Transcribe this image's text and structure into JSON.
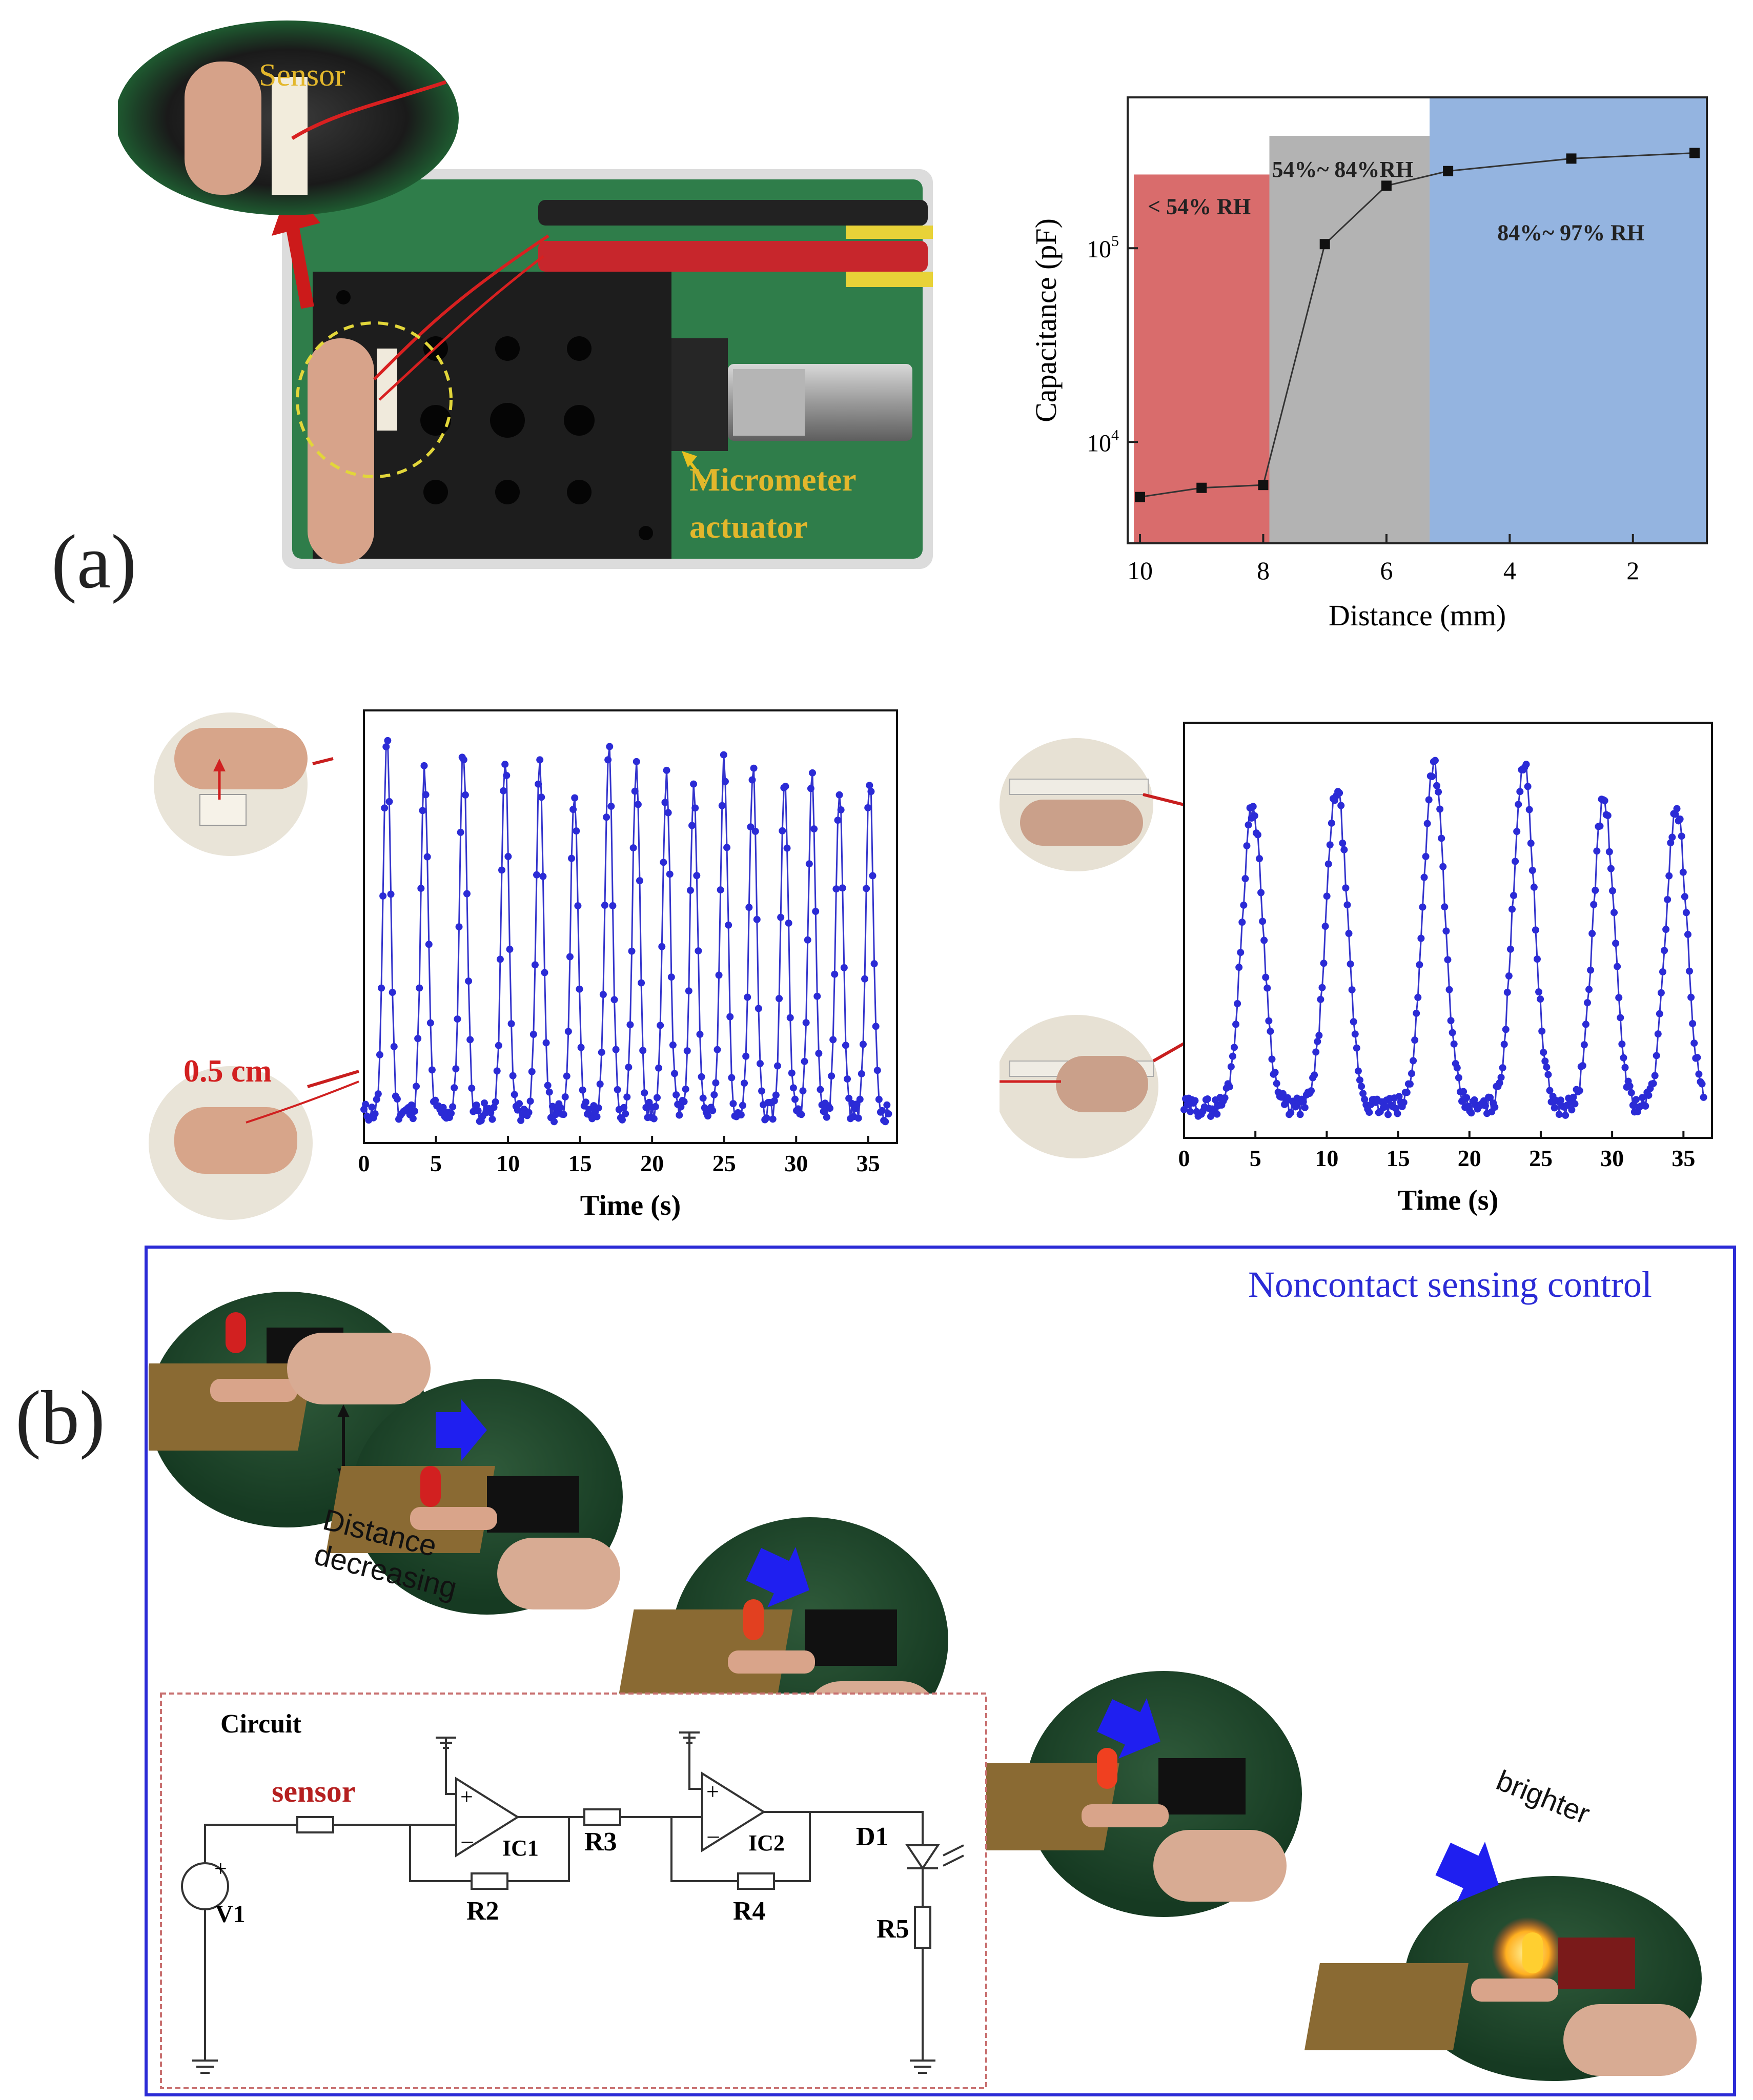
{
  "panel_labels": {
    "a": "(a)",
    "b": "(b)"
  },
  "photo_a": {
    "sensor_label": "Sensor",
    "micrometer_line1": "Micrometer",
    "micrometer_line2": "actuator"
  },
  "chart_data": [
    {
      "type": "scatter",
      "xlabel": "Distance (mm)",
      "ylabel": "Capacitance (pF)",
      "xlim": [
        10.2,
        0.8
      ],
      "xticks": [
        10,
        8,
        6,
        4,
        2
      ],
      "yscale": "log",
      "ylim": [
        3000,
        600000
      ],
      "ytick_labels": [
        "10^4",
        "10^5"
      ],
      "points": [
        {
          "x": 10,
          "y": 5200
        },
        {
          "x": 9,
          "y": 5800
        },
        {
          "x": 8,
          "y": 6000
        },
        {
          "x": 7,
          "y": 105000
        },
        {
          "x": 6,
          "y": 210000
        },
        {
          "x": 5,
          "y": 250000
        },
        {
          "x": 3,
          "y": 290000
        },
        {
          "x": 1,
          "y": 310000
        }
      ],
      "regions": [
        {
          "label": "< 54% RH",
          "x_from": 10.1,
          "x_to": 7.9,
          "color": "#d96c6c"
        },
        {
          "label": "54%~ 84%RH",
          "x_from": 7.9,
          "x_to": 5.3,
          "color": "#b3b3b3"
        },
        {
          "label": "84%~ 97% RH",
          "x_from": 5.3,
          "x_to": 0.8,
          "color": "#94b4e0"
        }
      ]
    },
    {
      "type": "line",
      "xlabel": "Time (s)",
      "xticks": [
        0,
        5,
        10,
        15,
        20,
        25,
        30,
        35
      ],
      "xlim": [
        0,
        37
      ],
      "peak_times": [
        1.6,
        4.2,
        6.9,
        9.8,
        12.2,
        14.6,
        17.0,
        18.9,
        21.0,
        22.9,
        25.0,
        27.0,
        29.2,
        31.1,
        33.0,
        35.1
      ],
      "peak_heights": [
        0.97,
        0.87,
        0.93,
        0.91,
        0.88,
        0.83,
        0.94,
        0.89,
        0.88,
        0.85,
        0.91,
        0.88,
        0.86,
        0.87,
        0.83,
        0.86
      ],
      "annotation": "0.5 cm"
    },
    {
      "type": "line",
      "xlabel": "Time (s)",
      "xticks": [
        0,
        5,
        10,
        15,
        20,
        25,
        30,
        35
      ],
      "xlim": [
        0,
        37
      ],
      "peak_times": [
        4.8,
        10.7,
        17.5,
        23.8,
        29.4,
        34.5
      ],
      "peak_heights": [
        0.8,
        0.85,
        0.92,
        0.92,
        0.82,
        0.8
      ]
    }
  ],
  "panel_b": {
    "title": "Noncontact sensing control",
    "distance_line1": "Distance",
    "distance_line2": "decreasing",
    "brighter": "brighter",
    "circuit": {
      "title": "Circuit",
      "sensor": "sensor",
      "v1": "V1",
      "ic1": "IC1",
      "ic2": "IC2",
      "r2": "R2",
      "r3": "R3",
      "r4": "R4",
      "r5": "R5",
      "d1": "D1"
    },
    "colors": {
      "frame": "#2b2bd6",
      "arrow": "#1f1ff0",
      "circuit_border": "#c87070",
      "sensor_text": "#b51f1f"
    }
  }
}
